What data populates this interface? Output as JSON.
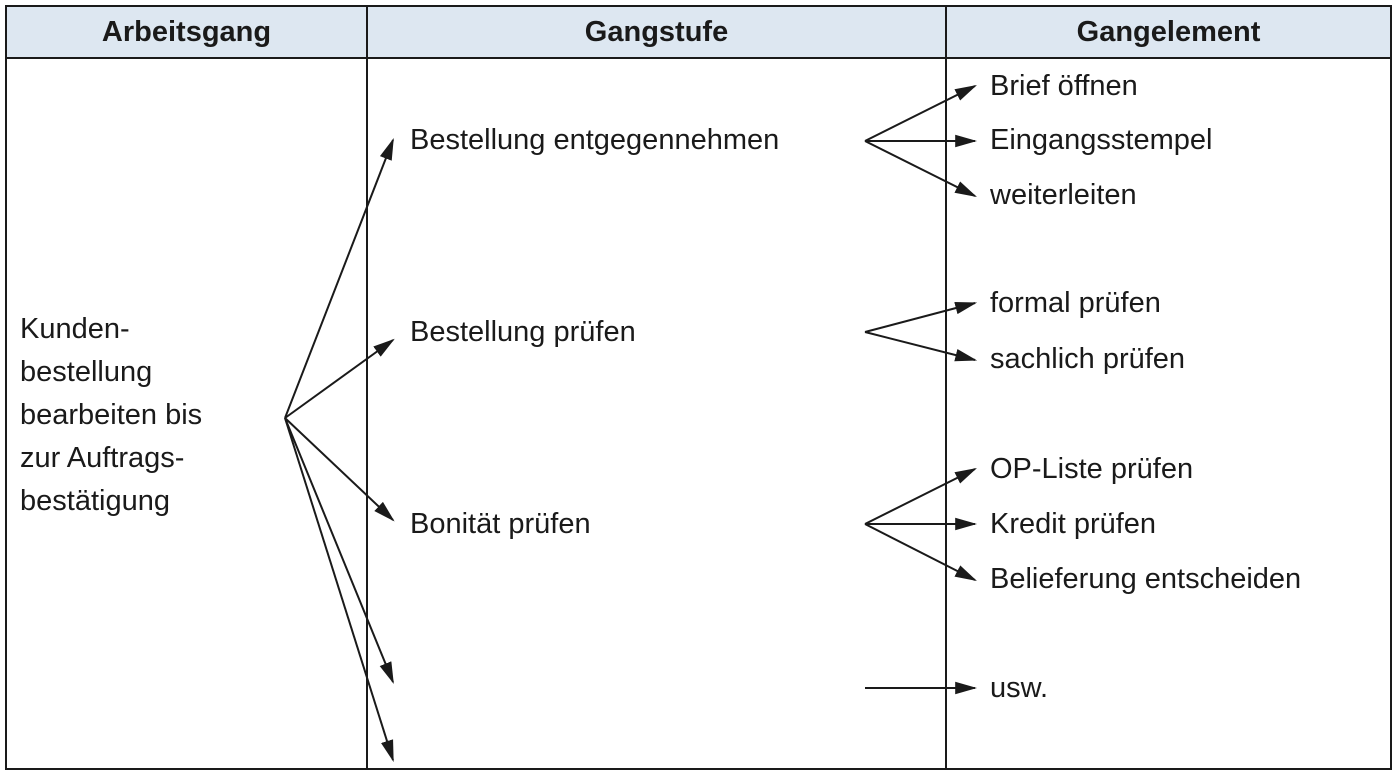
{
  "headers": {
    "arbeitsgang": "Arbeitsgang",
    "gangstufe": "Gangstufe",
    "gangelement": "Gangelement"
  },
  "arbeitsgang_lines": [
    "Kunden-",
    "bestellung",
    "bearbeiten bis",
    "zur Auftrags-",
    "bestätigung"
  ],
  "gangstufen": [
    "Bestellung entgegennehmen",
    "Bestellung prüfen",
    "Bonität prüfen"
  ],
  "gangelemente": [
    "Brief öffnen",
    "Eingangsstempel",
    "weiterleiten",
    "formal prüfen",
    "sachlich prüfen",
    "OP-Liste prüfen",
    "Kredit prüfen",
    "Belieferung entscheiden",
    "usw."
  ],
  "colors": {
    "header_background": "#dde7f1",
    "lines": "#1a1a1a"
  }
}
